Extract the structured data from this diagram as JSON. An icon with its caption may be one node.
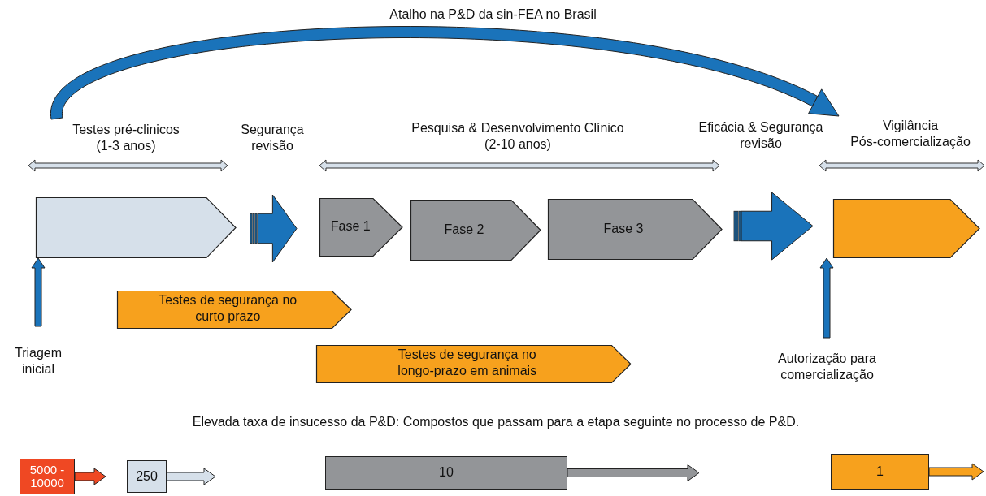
{
  "diagram": {
    "nodes": [
      {
        "text": [
          "Testes pré-clinicos (1-3 anos)"
        ]
      },
      {
        "text": [],
        "shape": "box"
      },
      {
        "text": [
          "Segurança revisão"
        ]
      },
      {
        "text": [
          "Fase 1"
        ]
      },
      {
        "text": [
          "Fase 2"
        ]
      },
      {
        "text": [
          "Fase 3"
        ]
      },
      {
        "text": [
          "Eficácia & Segurança revisão"
        ]
      },
      {
        "text": [
          "Vigilância Pós-comercialização"
        ]
      },
      {
        "text": [],
        "shape": "box"
      },
      {
        "text": [
          "Testes de segurança no curto prazo"
        ]
      },
      {
        "text": [
          "Testes de segurança no longo-prazo em animais"
        ]
      },
      {
        "text": [
          "Triagem inicial"
        ]
      },
      {
        "text": [
          "Autorização para comercialização"
        ]
      },
      {
        "text": [
          "5000 - 10000"
        ]
      },
      {
        "text": [
          "250"
        ]
      },
      {
        "text": [
          "10"
        ]
      },
      {
        "text": [
          "1"
        ]
      }
    ],
    "edges": [
      {
        "from": 0,
        "to": 7,
        "arrow": "to",
        "label": "Atalho na P&D da sin-FEA no Brasil",
        "style": "thick",
        "color": "#1a73ba"
      },
      {
        "from": 11,
        "to": 1,
        "arrow": "to",
        "style": "thick",
        "color": "#1a73ba"
      },
      {
        "from": 12,
        "to": 8,
        "arrow": "to",
        "style": "thick",
        "color": "#1a73ba"
      },
      {
        "from": 13,
        "to": null,
        "arrow": "to",
        "color": "#ef4823"
      },
      {
        "from": 14,
        "to": null,
        "arrow": "to",
        "color": "#d6e0ea"
      },
      {
        "from": 15,
        "to": null,
        "arrow": "to",
        "color": "#939598"
      },
      {
        "from": 16,
        "to": null,
        "arrow": "to",
        "color": "#f7a11d"
      }
    ],
    "labels": [
      "Pesquisa & Desenvolvimento Clínico (2-10 anos)",
      "Elevada taxa de insucesso da P&D: Compostos que passam para a etapa seguinte no processo de P&D."
    ]
  }
}
